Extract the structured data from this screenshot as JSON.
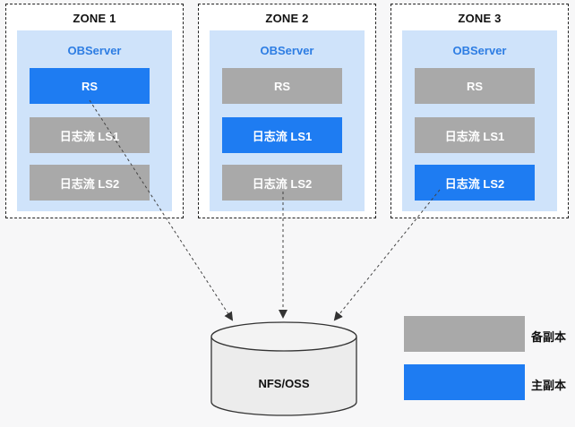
{
  "zones": [
    {
      "title": "ZONE 1",
      "server": "OBServer",
      "replicas": [
        {
          "label": "RS",
          "role": "primary"
        },
        {
          "label": "日志流 LS1",
          "role": "backup"
        },
        {
          "label": "日志流 LS2",
          "role": "backup"
        }
      ]
    },
    {
      "title": "ZONE 2",
      "server": "OBServer",
      "replicas": [
        {
          "label": "RS",
          "role": "backup"
        },
        {
          "label": "日志流 LS1",
          "role": "primary"
        },
        {
          "label": "日志流 LS2",
          "role": "backup"
        }
      ]
    },
    {
      "title": "ZONE 3",
      "server": "OBServer",
      "replicas": [
        {
          "label": "RS",
          "role": "backup"
        },
        {
          "label": "日志流 LS1",
          "role": "backup"
        },
        {
          "label": "日志流 LS2",
          "role": "primary"
        }
      ]
    }
  ],
  "storage": {
    "label": "NFS/OSS"
  },
  "legend": {
    "backup": "备副本",
    "primary": "主副本"
  },
  "colors": {
    "primary": "#1e7cf2",
    "backup": "#a9a9a9",
    "server_bg": "#cfe3fa",
    "server_title": "#2d7de3"
  }
}
